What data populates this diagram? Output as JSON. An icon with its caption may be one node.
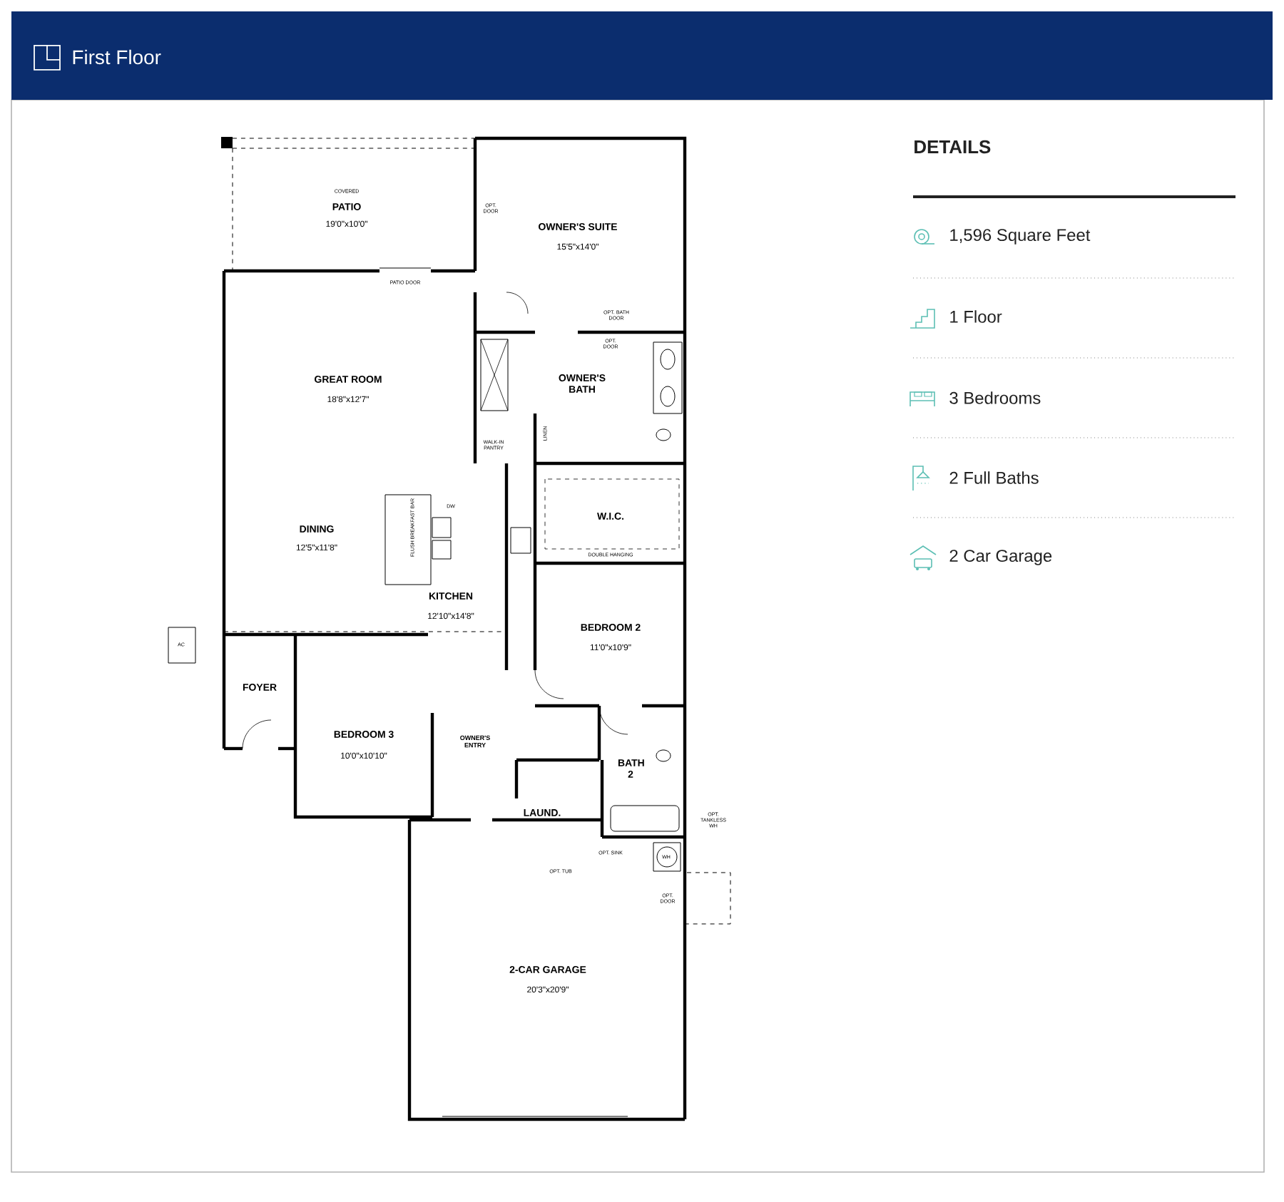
{
  "diagram": {
    "title": "First Floor",
    "labels": [
      "DETAILS",
      "1,596 Square Feet",
      "1 Floor",
      "3 Bedrooms",
      "2 Full Baths",
      "2 Car Garage",
      "COVERED",
      "PATIO",
      "19'0\"x10'0\"",
      "OPT. DOOR",
      "OWNER'S SUITE",
      "15'5\"x14'0\"",
      "PATIO DOOR",
      "OPT. BATH DOOR",
      "OPT. DOOR",
      "GREAT ROOM",
      "18'8\"x12'7\"",
      "OWNER'S BATH",
      "WALK-IN PANTRY",
      "LINEN",
      "W.I.C.",
      "DOUBLE HANGING",
      "DINING",
      "12'5\"x11'8\"",
      "FLUSH BREAKFAST BAR",
      "DW",
      "KITCHEN",
      "12'10\"x14'8\"",
      "AC",
      "BEDROOM 2",
      "11'0\"x10'9\"",
      "FOYER",
      "BEDROOM 3",
      "10'0\"x10'10\"",
      "OWNER'S ENTRY",
      "BATH 2",
      "LAUND.",
      "OPT. TANKLESS WH",
      "OPT. SINK",
      "OPT. TUB",
      "WH",
      "OPT. DOOR",
      "2-CAR GARAGE",
      "20'3\"x20'9\""
    ]
  }
}
